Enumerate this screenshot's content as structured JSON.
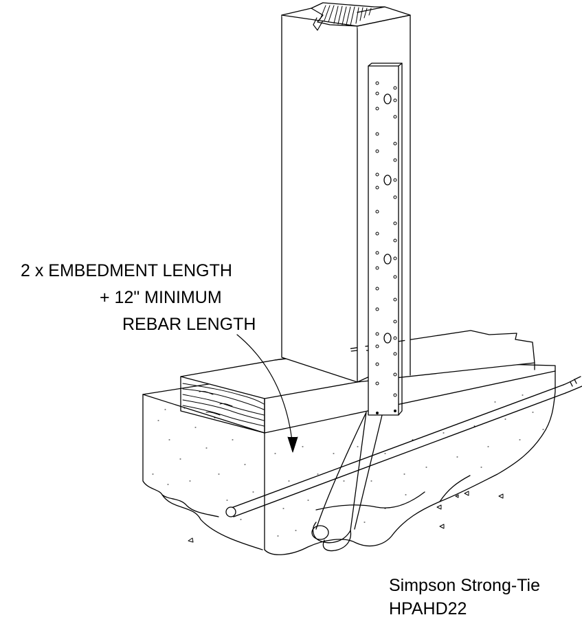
{
  "callout": {
    "line1": "2 x EMBEDMENT LENGTH",
    "line2": "+ 12\" MINIMUM",
    "line3": "REBAR LENGTH"
  },
  "caption": {
    "manufacturer": "Simpson Strong-Tie",
    "model": "HPAHD22"
  }
}
